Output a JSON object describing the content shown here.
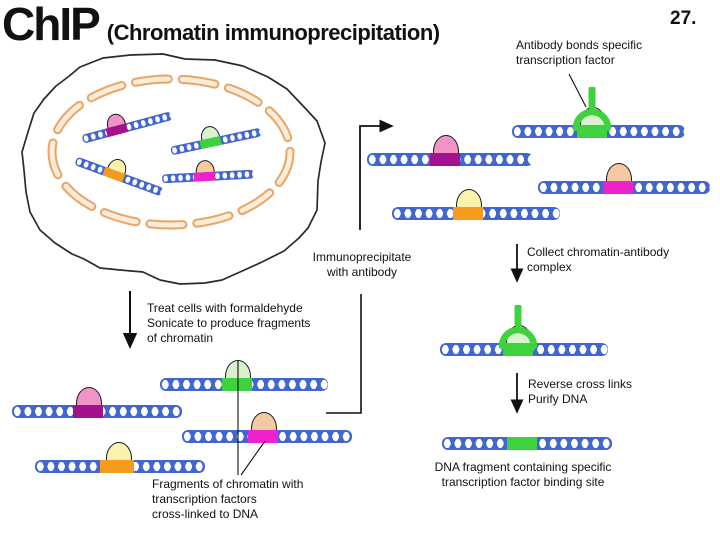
{
  "slide": {
    "title": "ChIP",
    "subtitle": "(Chromatin immunoprecipitation)",
    "slide_number": "27."
  },
  "labels": {
    "antibody": [
      "Antibody bonds specific",
      "transcription factor"
    ],
    "immunoprecipitate": [
      "Immunoprecipitate",
      "with antibody"
    ],
    "treat": [
      "Treat cells with formaldehyde",
      "Sonicate to produce fragments",
      "of chromatin"
    ],
    "collect": [
      "Collect chromatin-antibody",
      "complex"
    ],
    "reverse": [
      "Reverse cross links",
      "Purify DNA"
    ],
    "fragments": [
      "Fragments of chromatin with",
      "transcription factors",
      "cross-linked to DNA"
    ],
    "dna_fragment": [
      "DNA fragment containing specific",
      "transcription factor binding site"
    ]
  },
  "icons": {
    "antibody_icon": "green Y-shaped antibody binding transcription factor",
    "cell_icon": "cell with nuclear envelope and chromatin",
    "dna_icon": "blue double-helix strand with colored TF binding site"
  },
  "colors": {
    "dna_blue": "#4166d1",
    "binding_site_green": "#3ed23e",
    "binding_site_dark_magenta": "#a2128f",
    "binding_site_magenta": "#ee22cc",
    "binding_site_orange": "#f59b1e",
    "tf_pink": "#f293c7",
    "tf_peach": "#f5c9a1",
    "tf_yellow": "#faf3ae",
    "tf_light_green": "#d9f2cd",
    "antibody_green": "#3ed23e",
    "nuclear_envelope": "#e9a566",
    "outline_black": "#1a1a1a"
  }
}
